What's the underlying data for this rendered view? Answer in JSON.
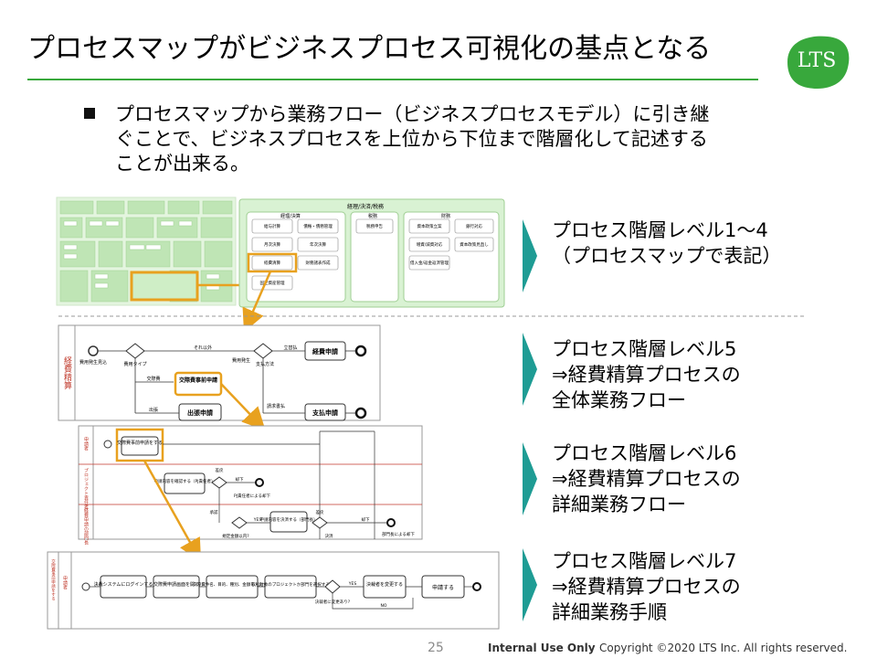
{
  "title": "プロセスマップがビジネスプロセス可視化の基点となる",
  "logo": {
    "text": "LTS",
    "color": "#38a83c"
  },
  "bullet": {
    "lines": [
      "プロセスマップから業務フロー（ビジネスプロセスモデル）に引き継",
      "ぐことで、ビジネスプロセスを上位から下位まで階層化して記述する",
      "ことが出来る。"
    ]
  },
  "levels": [
    {
      "lines": [
        "プロセス階層レベル1～4",
        "（プロセスマップで表記）"
      ]
    },
    {
      "lines": [
        "プロセス階層レベル5",
        "⇒経費精算プロセスの",
        "全体業務フロー"
      ]
    },
    {
      "lines": [
        "プロセス階層レベル6",
        "⇒経費精算プロセスの",
        "詳細業務フロー"
      ]
    },
    {
      "lines": [
        "プロセス階層レベル7",
        "⇒経費精算プロセスの",
        "詳細業務手順"
      ]
    }
  ],
  "map": {
    "header": "経理/決済/税務",
    "group_left": "経理/決算",
    "group_mid": "税務",
    "group_right": "財務",
    "left_boxes": [
      "給与計算",
      "債権・債務管理",
      "月次決算",
      "年次決算",
      "経費清算",
      "財務諸表作成",
      "固定資産管理"
    ],
    "mid_boxes": [
      "税務申告"
    ],
    "right_boxes": [
      "資本政策立案",
      "銀行対応",
      "増資/減資対応",
      "資本政策見直し",
      "借入金/返金返済管理"
    ]
  },
  "flow5": {
    "lane": "経費精算",
    "nodes": [
      "費用発生見込",
      "費用タイプ",
      "交際費",
      "出張",
      "それ以外",
      "費用発生",
      "支払方法",
      "立替払",
      "請求書払"
    ],
    "tasks": [
      "交際費事前申請",
      "経費申請",
      "出張申請",
      "支払申請"
    ]
  },
  "flow6": {
    "lanes": [
      "申請者",
      "プロジェクト責任者",
      "経費申請の部門長"
    ],
    "tasks": [
      "交際費事前申請をする",
      "申請内容を確認する（PJ責任者）",
      "申請内容を決済する（部門長）"
    ],
    "labels": [
      "差戻",
      "却下",
      "PJ責任者による却下",
      "承認",
      "YES",
      "規定金額以内?",
      "差戻",
      "決済",
      "却下",
      "部門長による却下"
    ]
  },
  "flow7": {
    "lane": "申請者",
    "lane_group": "交際費事前申請をする",
    "tasks": [
      "決裁システムにログインする",
      "交際費申請画面を開く",
      "交際費件名、目的、種別、金額を入力する",
      "取引対象のプロジェクトか部門を選択する",
      "決裁者を変更する",
      "申請する"
    ],
    "labels": [
      "YES",
      "NO",
      "決裁者に変更あり?"
    ]
  },
  "footer": {
    "page": "25",
    "internal": "Internal Use Only",
    "copyright": "Copyright ©2020 LTS Inc. All rights reserved."
  },
  "colors": {
    "green": "#38a83c",
    "orange": "#e8a11f",
    "teal": "#1e9c94",
    "pale_green": "#d9f2d3"
  }
}
